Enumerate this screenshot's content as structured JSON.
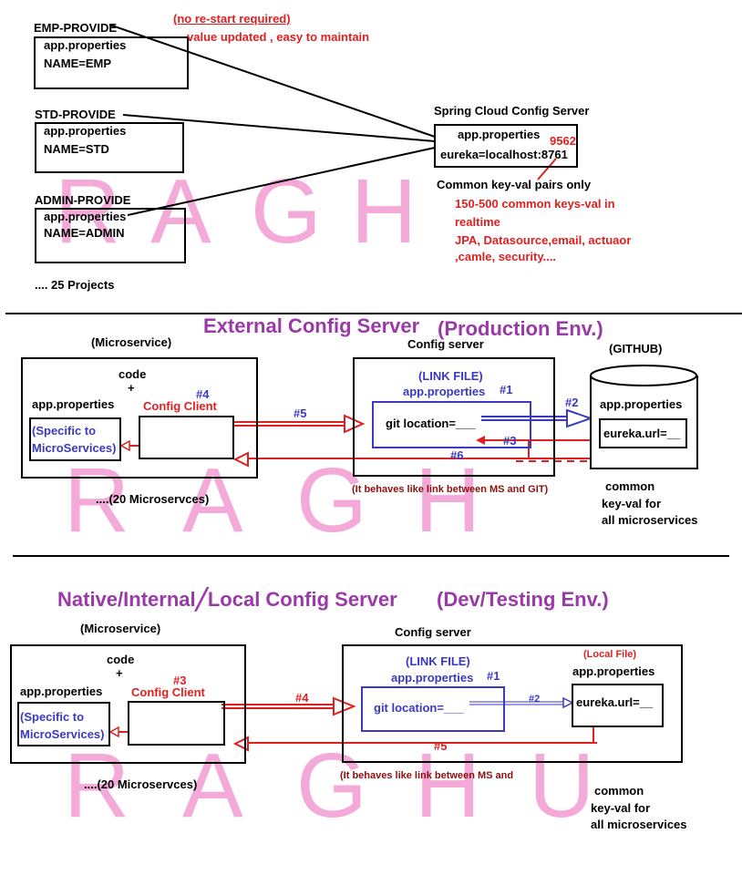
{
  "watermark": {
    "letters": [
      "R",
      "A",
      "G",
      "H",
      "U"
    ]
  },
  "top": {
    "emp": {
      "title": "EMP-PROVIDE",
      "line1": "app.properties",
      "line2": "NAME=EMP"
    },
    "std": {
      "title": "STD-PROVIDE",
      "line1": "app.properties",
      "line2": "NAME=STD"
    },
    "admin": {
      "title": "ADMIN-PROVIDE",
      "line1": "app.properties",
      "line2": "NAME=ADMIN"
    },
    "projects": ".... 25 Projects",
    "note1": "(no re-start required)",
    "note2": "value updated , easy to maintain",
    "server_title": "Spring Cloud Config Server",
    "server_line1": "app.properties",
    "server_line2": "eureka=localhost:8761",
    "port_note": "9562",
    "common": "Common key-val pairs only",
    "red1": "150-500 common keys-val in",
    "red2": "realtime",
    "red3": "JPA, Datasource,email, actuaor",
    "red4": ",camle, security...."
  },
  "external": {
    "title": "External Config Server",
    "env": "(Production Env.)",
    "ms_label": "(Microservice)",
    "code": "code",
    "plus": "+",
    "app_props": "app.properties",
    "specific1": "(Specific to",
    "specific2": "MicroServices)",
    "step4": "#4",
    "client": "Config Client",
    "ms_count": "....(20 Microservces)",
    "cs_label": "Config server",
    "link_file": "(LINK FILE)",
    "cs_props": "app.properties",
    "step1": "#1",
    "git_loc": "git location=___",
    "step3": "#3",
    "step5": "#5",
    "step6": "#6",
    "step2": "#2",
    "behaves": "(It behaves like link  between MS and GIT)",
    "github": "(GITHUB)",
    "gh_props": "app.properties",
    "gh_eureka": "eureka.url=__",
    "common1": "common",
    "common2": "key-val for",
    "common3": "all microservices"
  },
  "native": {
    "title": "Native/Internal╱Local Config Server",
    "env": "(Dev/Testing Env.)",
    "ms_label": "(Microservice)",
    "code": "code",
    "plus": "+",
    "app_props": "app.properties",
    "specific1": "(Specific to",
    "specific2": "MicroServices)",
    "step3": "#3",
    "client": "Config Client",
    "ms_count": "....(20 Microservces)",
    "cs_label": "Config server",
    "link_file": "(LINK FILE)",
    "cs_props": "app.properties",
    "step1": "#1",
    "git_loc": "git location=___",
    "local_file": "(Local File)",
    "local_props": "app.properties",
    "local_eureka": "eureka.url=__",
    "step4": "#4",
    "step2": "#2",
    "step5": "#5",
    "behaves": "(It behaves like link  between MS and",
    "common1": "common",
    "common2": "key-val for",
    "common3": "all microservices"
  }
}
